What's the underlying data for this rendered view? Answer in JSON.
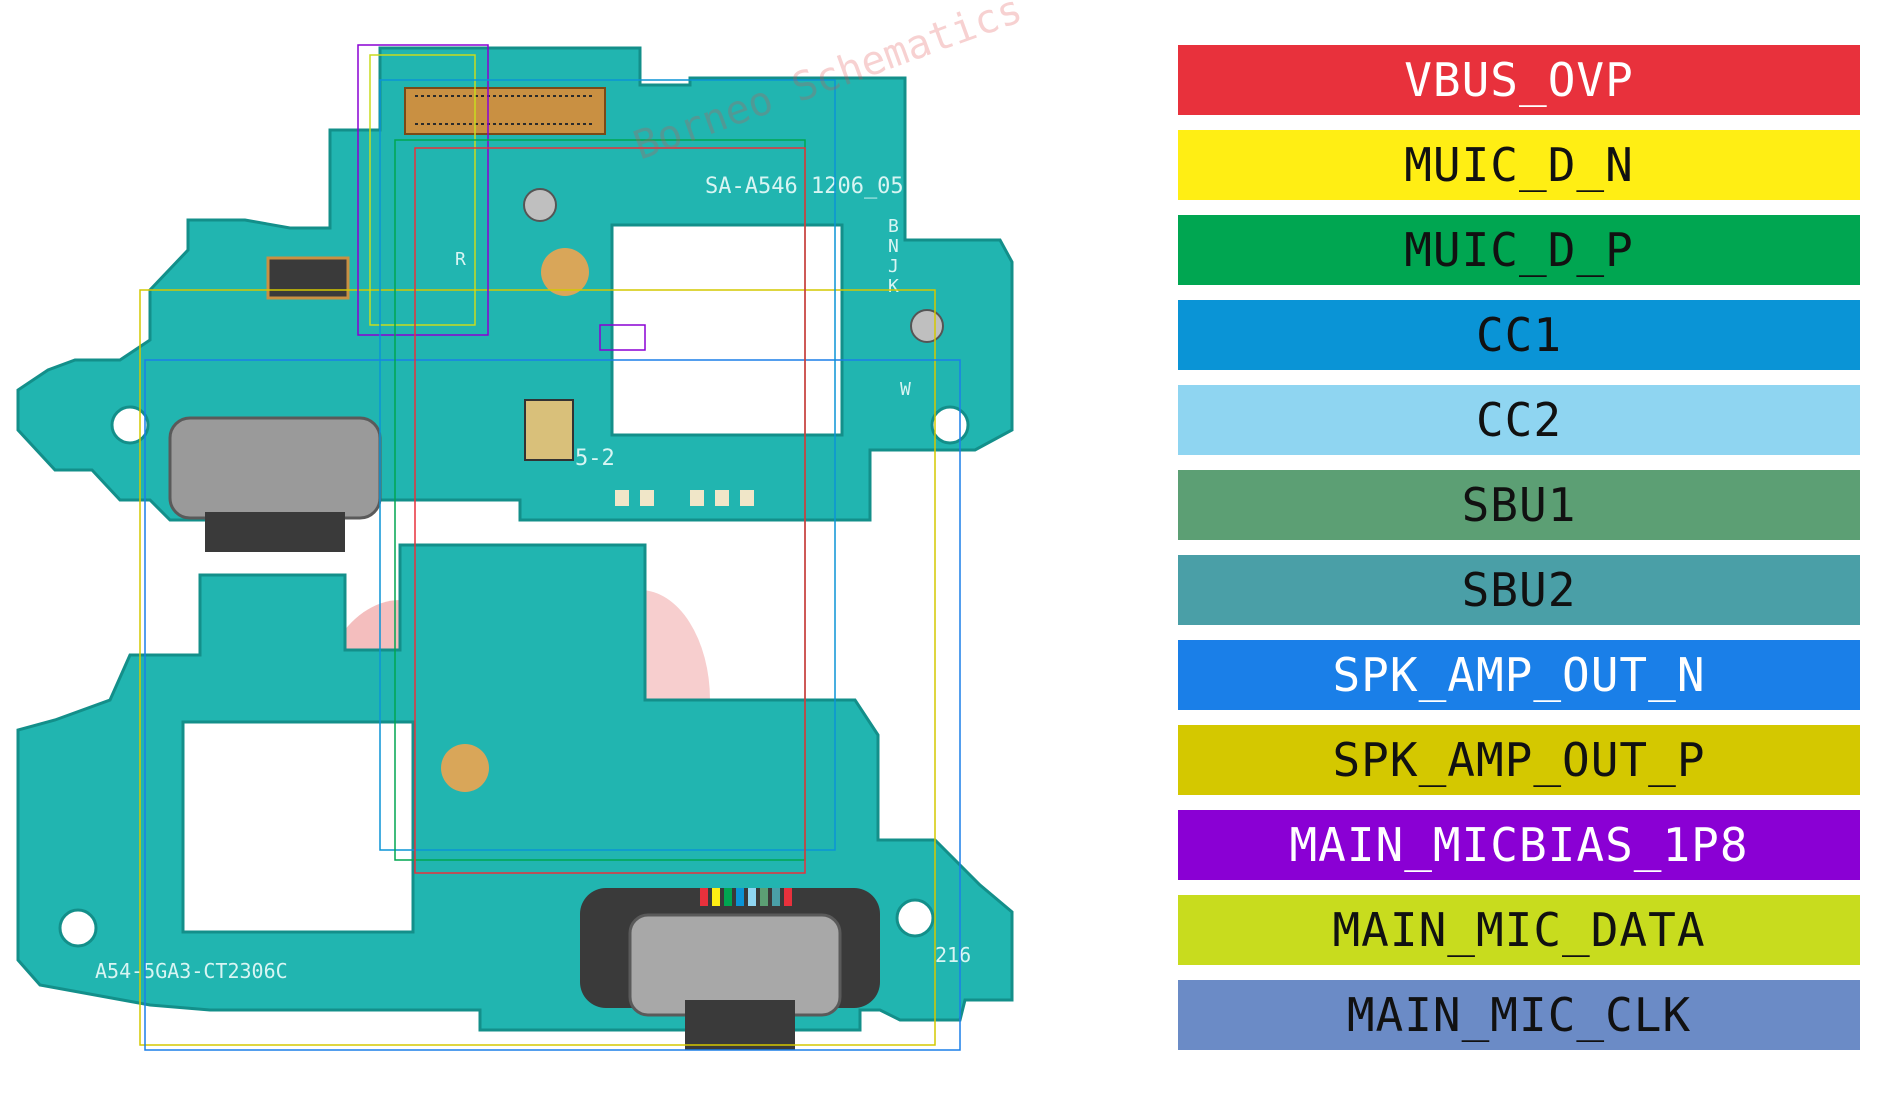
{
  "board": {
    "marking_top": "SA-A546  1206_05",
    "marking_bottom_left": "A54-5GA3-CT2306C",
    "marking_bottom_right": "216",
    "marking_version": "5-2",
    "silk_side_letters": [
      "B",
      "N",
      "J",
      "K"
    ],
    "silk_r": "R",
    "silk_w": "W",
    "watermark_text": "Borneo Schematics",
    "colors": {
      "pcb": "#21b5b0",
      "pcb_edge": "#138f8a",
      "connector_metal": "#9a9a9a",
      "gold": "#d9a659",
      "watermark": "#e04848"
    }
  },
  "legend": {
    "items": [
      {
        "label": "VBUS_OVP",
        "color": "#e8313c",
        "text_color": "#ffffff"
      },
      {
        "label": "MUIC_D_N",
        "color": "#ffee14",
        "text_color": "#111111"
      },
      {
        "label": "MUIC_D_P",
        "color": "#00a651",
        "text_color": "#111111"
      },
      {
        "label": "CC1",
        "color": "#0a94d6",
        "text_color": "#111111"
      },
      {
        "label": "CC2",
        "color": "#8fd5f1",
        "text_color": "#111111"
      },
      {
        "label": "SBU1",
        "color": "#5c9f74",
        "text_color": "#111111"
      },
      {
        "label": "SBU2",
        "color": "#4a9fa7",
        "text_color": "#111111"
      },
      {
        "label": "SPK_AMP_OUT_N",
        "color": "#1a7fe8",
        "text_color": "#ffffff"
      },
      {
        "label": "SPK_AMP_OUT_P",
        "color": "#d4c800",
        "text_color": "#111111"
      },
      {
        "label": "MAIN_MICBIAS_1P8",
        "color": "#8a00d4",
        "text_color": "#ffffff"
      },
      {
        "label": "MAIN_MIC_DATA",
        "color": "#c8dc1e",
        "text_color": "#111111"
      },
      {
        "label": "MAIN_MIC_CLK",
        "color": "#6b8bc6",
        "text_color": "#111111"
      }
    ]
  }
}
